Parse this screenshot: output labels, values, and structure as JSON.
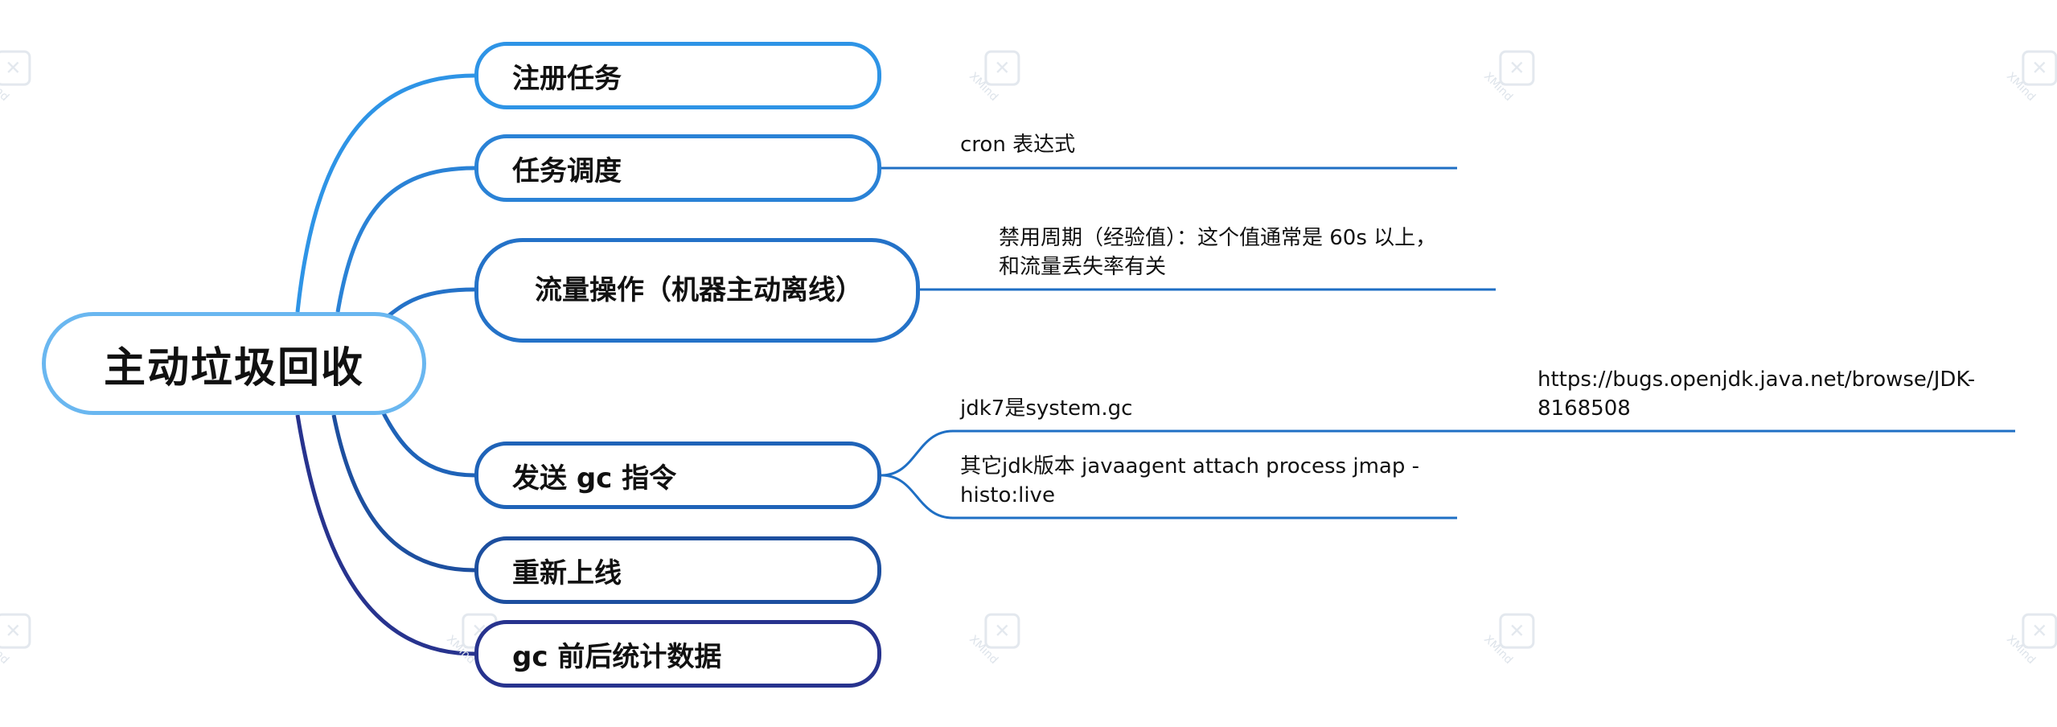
{
  "colors": {
    "root_border": "#6ab7f0",
    "branch_1": "#2e94e6",
    "branch_2": "#2a82d6",
    "branch_3": "#2472c8",
    "branch_4": "#1f63b8",
    "branch_5": "#1d4f9f",
    "branch_6": "#27338e",
    "leaf_line": "#1f6fc4"
  },
  "watermark": {
    "text": "XMind",
    "icon": "xmind-logo-icon"
  },
  "root": {
    "label": "主动垃圾回收"
  },
  "topics": [
    {
      "label": "注册任务"
    },
    {
      "label": "任务调度",
      "children": [
        {
          "label": "cron 表达式"
        }
      ]
    },
    {
      "label": "流量操作（机器主动离线）",
      "children": [
        {
          "line1": "禁用周期（经验值）：这个值通常是 60s 以上，",
          "line2": "和流量丢失率有关"
        }
      ]
    },
    {
      "label": "发送 gc 指令",
      "children": [
        {
          "label": "jdk7是system.gc",
          "children": [
            {
              "line1": "https://bugs.openjdk.java.net/browse/JDK-",
              "line2": "8168508"
            }
          ]
        },
        {
          "line1": "其它jdk版本 javaagent attach process jmap -",
          "line2": "histo:live"
        }
      ]
    },
    {
      "label": "重新上线"
    },
    {
      "label": "gc 前后统计数据"
    }
  ]
}
